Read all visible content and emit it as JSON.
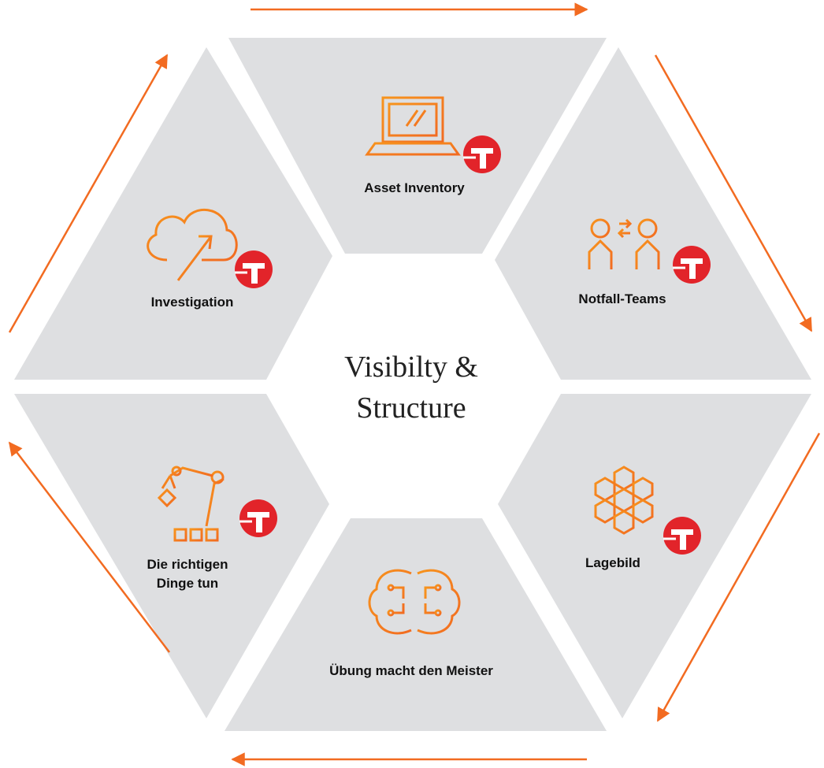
{
  "center": {
    "line1": "Visibilty &",
    "line2": "Structure"
  },
  "segments": [
    {
      "label": "Asset Inventory",
      "icon": "laptop-icon"
    },
    {
      "label": "Notfall-Teams",
      "icon": "team-exchange-icon"
    },
    {
      "label": "Lagebild",
      "icon": "hexagon-cluster-icon"
    },
    {
      "label": "Übung macht den Meister",
      "icon": "brain-circuit-icon"
    },
    {
      "label_line1": "Die richtigen",
      "label_line2": "Dinge tun",
      "icon": "robot-arm-icon"
    },
    {
      "label": "Investigation",
      "icon": "cloud-upload-icon"
    }
  ],
  "colors": {
    "segment_fill": "#dedfe1",
    "arrow": "#f26b21",
    "icon_gradient_start": "#f7941d",
    "icon_gradient_end": "#f26b21",
    "badge": "#e2242a"
  },
  "flow_direction": "clockwise"
}
